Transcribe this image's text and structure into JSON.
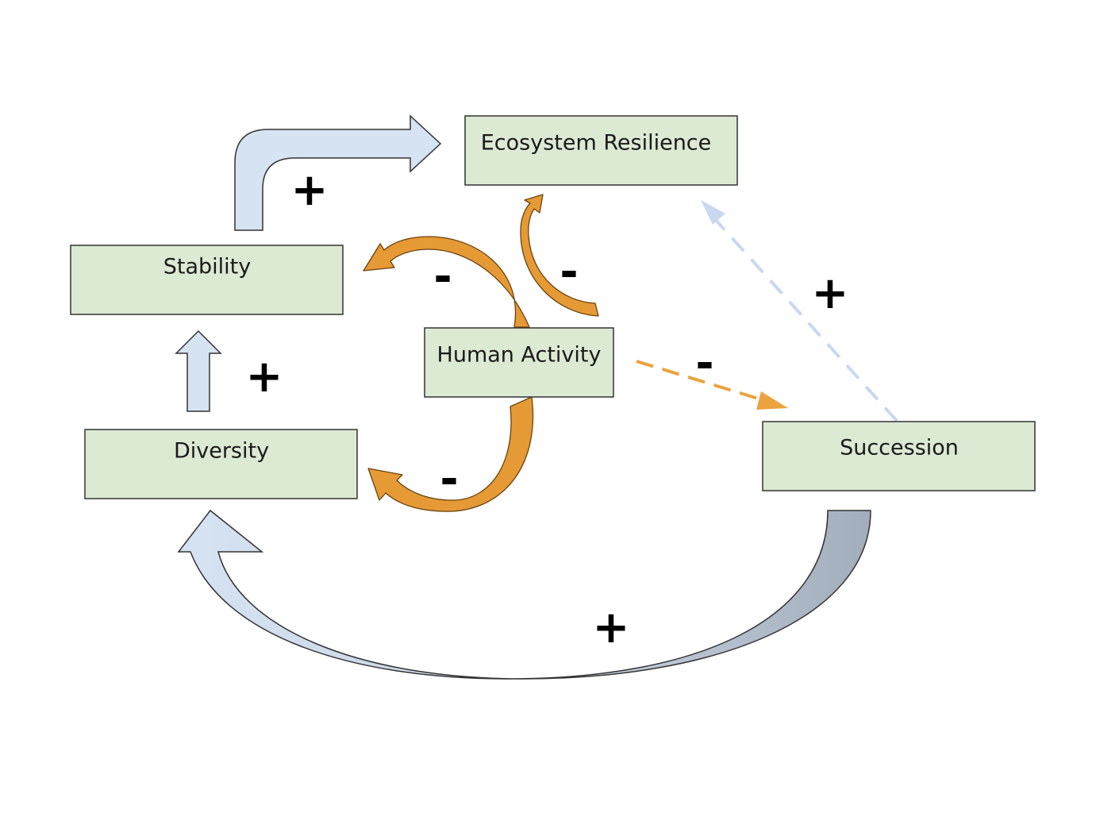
{
  "nodes": {
    "ecosystem_resilience": "Ecosystem Resilience",
    "stability": "Stability",
    "human_activity": "Human Activity",
    "diversity": "Diversity",
    "succession": "Succession"
  },
  "links": {
    "stability_to_resilience": "+",
    "diversity_to_stability": "+",
    "succession_to_resilience": "+",
    "succession_to_diversity": "+",
    "human_to_stability": "-",
    "human_to_resilience": "-",
    "human_to_succession": "-",
    "human_to_diversity": "-"
  },
  "colors": {
    "node_fill": "#dce9d3",
    "positive_arrow": "#d6e3f3",
    "negative_arrow": "#e69a35",
    "dashed_blue": "#c9d8f0",
    "dashed_orange": "#eba33f"
  }
}
